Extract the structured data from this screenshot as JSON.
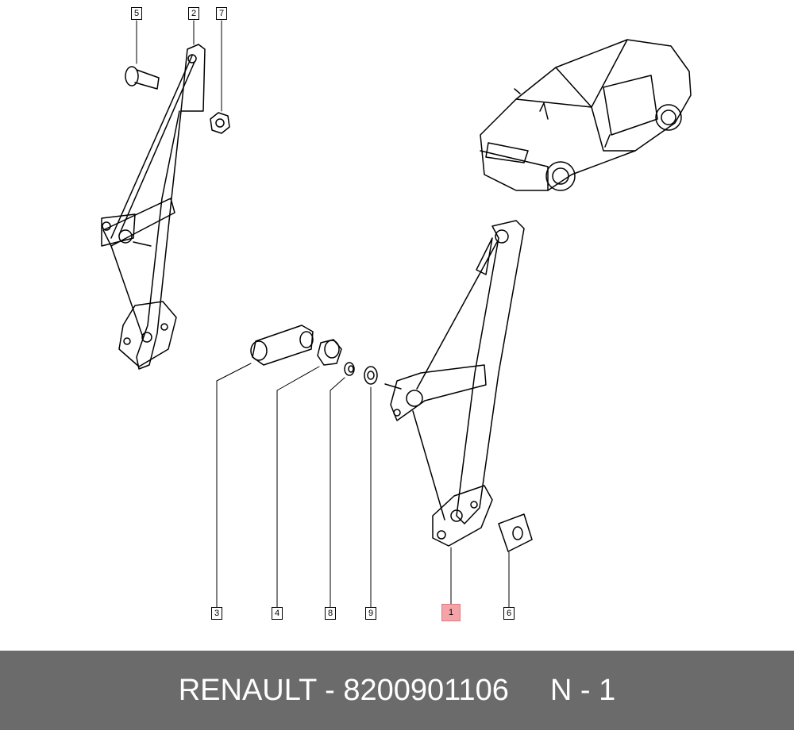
{
  "callouts": {
    "c1": "1",
    "c2": "2",
    "c3": "3",
    "c4": "4",
    "c5": "5",
    "c6": "6",
    "c7": "7",
    "c8": "8",
    "c9": "9"
  },
  "footer": {
    "part_label": "RENAULT - 8200901106",
    "qty_label": "N - 1"
  },
  "colors": {
    "footer_bg": "#6b6b6b",
    "highlight": "#f4a3a6"
  }
}
